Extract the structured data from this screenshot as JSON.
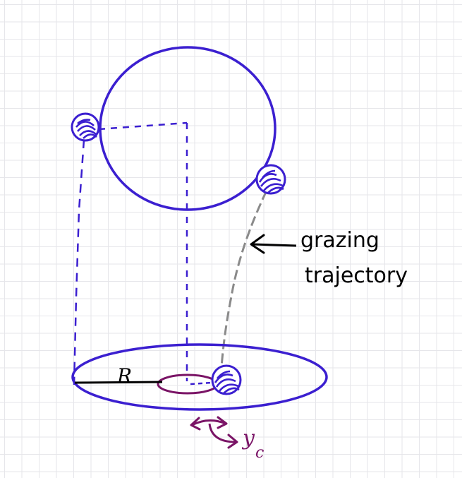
{
  "colors": {
    "outline": "#3b1fd0",
    "ball_fill": "#3b1fd0",
    "trajectory": "#8a8a8a",
    "core": "#7a1466",
    "radius_line": "#000000",
    "arrow": "#000000",
    "grid": "#e6e6ea"
  },
  "labels": {
    "radius": "R",
    "annotation_line1": "grazing",
    "annotation_line2": "trajectory",
    "yc_main": "y",
    "yc_sub": "c"
  }
}
